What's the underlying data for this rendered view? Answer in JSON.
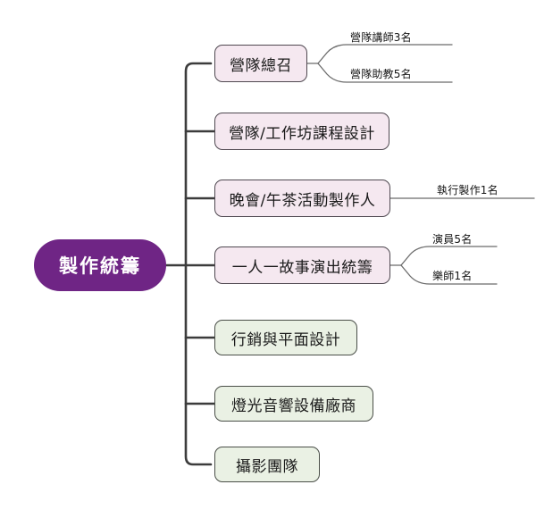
{
  "diagram": {
    "type": "mindmap",
    "title": "製作統籌",
    "colors": {
      "root_fill": "#6f2585",
      "root_text": "#ffffff",
      "pink_fill": "#f5e8f0",
      "green_fill": "#eaf1e4",
      "node_border": "#4a4a4a",
      "connector": "#3c3c3c",
      "leaf_line": "#8a8a8a",
      "background": "#ffffff"
    },
    "root": {
      "label": "製作統籌"
    },
    "branches": [
      {
        "label": "營隊總召",
        "style": "pink",
        "leaves": [
          {
            "label": "營隊講師3名"
          },
          {
            "label": "營隊助教5名"
          }
        ]
      },
      {
        "label": "營隊/工作坊課程設計",
        "style": "pink",
        "leaves": []
      },
      {
        "label": "晚會/午茶活動製作人",
        "style": "pink",
        "leaves": [
          {
            "label": "執行製作1名"
          }
        ]
      },
      {
        "label": "一人一故事演出統籌",
        "style": "pink",
        "leaves": [
          {
            "label": "演員5名"
          },
          {
            "label": "樂師1名"
          }
        ]
      },
      {
        "label": "行銷與平面設計",
        "style": "green",
        "leaves": []
      },
      {
        "label": "燈光音響設備廠商",
        "style": "green",
        "leaves": []
      },
      {
        "label": "攝影團隊",
        "style": "green",
        "leaves": []
      }
    ]
  }
}
